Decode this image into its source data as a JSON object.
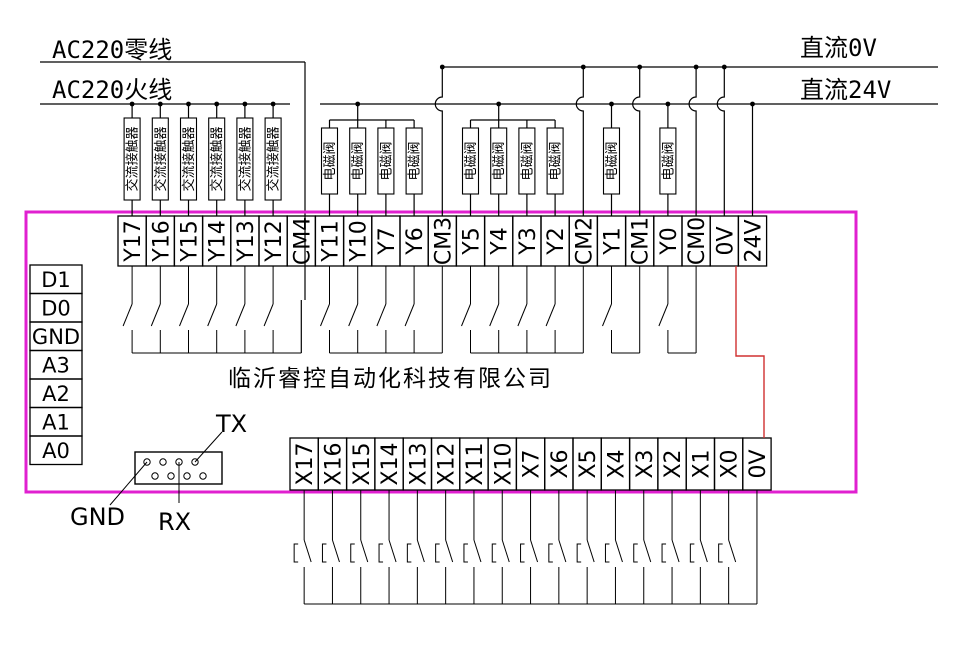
{
  "header": {
    "ac_neutral": "AC220零线",
    "ac_live": "AC220火线",
    "dc_0v": "直流0V",
    "dc_24v": "直流24V"
  },
  "company": "临沂睿控自动化科技有限公司",
  "output_terminals": [
    "Y17",
    "Y16",
    "Y15",
    "Y14",
    "Y13",
    "Y12",
    "CM4",
    "Y11",
    "Y10",
    "Y7",
    "Y6",
    "CM3",
    "Y5",
    "Y4",
    "Y3",
    "Y2",
    "CM2",
    "Y1",
    "CM1",
    "Y0",
    "CM0",
    "0V",
    "24V"
  ],
  "input_terminals": [
    "X17",
    "X16",
    "X15",
    "X14",
    "X13",
    "X12",
    "X11",
    "X10",
    "X7",
    "X6",
    "X5",
    "X4",
    "X3",
    "X2",
    "X1",
    "X0",
    "0V"
  ],
  "left_terminals": [
    "D1",
    "D0",
    "GND",
    "A3",
    "A2",
    "A1",
    "A0"
  ],
  "ac_contactor_label": "交流接触器",
  "valve_label": "电磁阀",
  "port_labels": {
    "tx": "TX",
    "rx": "RX",
    "gnd": "GND"
  },
  "colors": {
    "board": "#e020d0",
    "link": "#d03030"
  }
}
